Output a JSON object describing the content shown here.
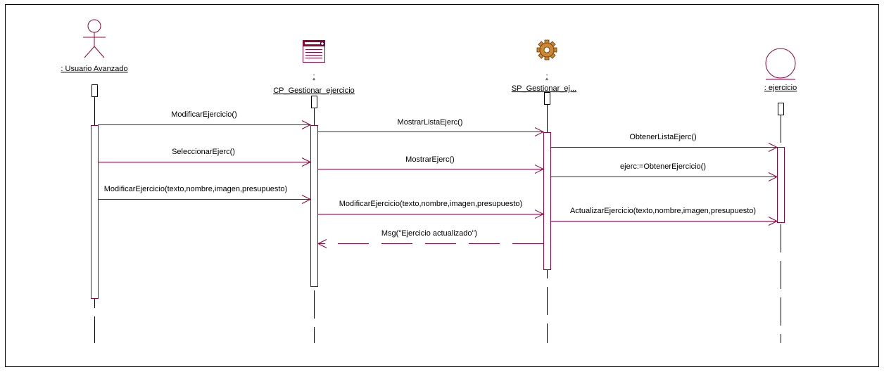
{
  "diagram": {
    "type": "sequence",
    "line_color": "#990033",
    "lifelines": [
      {
        "id": "actor",
        "kind": "actor",
        "label": ": Usuario Avanzado",
        "icon": "actor-icon"
      },
      {
        "id": "cp",
        "kind": "boundary",
        "prefix": ":",
        "label": "CP_Gestionar_ejercicio",
        "icon": "window-icon"
      },
      {
        "id": "sp",
        "kind": "control",
        "prefix": ":",
        "label": "SP_Gestionar_ej...",
        "icon": "gear-icon"
      },
      {
        "id": "entity",
        "kind": "entity",
        "label": ": ejercicio",
        "icon": "entity-icon"
      }
    ],
    "messages": [
      {
        "from": "actor",
        "to": "cp",
        "label": "ModificarEjercicio()",
        "style": "sync"
      },
      {
        "from": "cp",
        "to": "sp",
        "label": "MostrarListaEjerc()",
        "style": "sync"
      },
      {
        "from": "sp",
        "to": "entity",
        "label": "ObtenerListaEjerc()",
        "style": "sync"
      },
      {
        "from": "actor",
        "to": "cp",
        "label": "SeleccionarEjerc()",
        "style": "sync"
      },
      {
        "from": "cp",
        "to": "sp",
        "label": "MostrarEjerc()",
        "style": "sync"
      },
      {
        "from": "sp",
        "to": "entity",
        "label": "ejerc:=ObtenerEjercicio()",
        "style": "sync"
      },
      {
        "from": "actor",
        "to": "cp",
        "label": "ModificarEjercicio(texto,nombre,imagen,presupuesto)",
        "style": "sync"
      },
      {
        "from": "cp",
        "to": "sp",
        "label": "ModificarEjercicio(texto,nombre,imagen,presupuesto)",
        "style": "sync"
      },
      {
        "from": "sp",
        "to": "entity",
        "label": "ActualizarEjercicio(texto,nombre,imagen,presupuesto)",
        "style": "sync"
      },
      {
        "from": "sp",
        "to": "cp",
        "label": "Msg(\"Ejercicio actualizado\")",
        "style": "return"
      }
    ]
  }
}
